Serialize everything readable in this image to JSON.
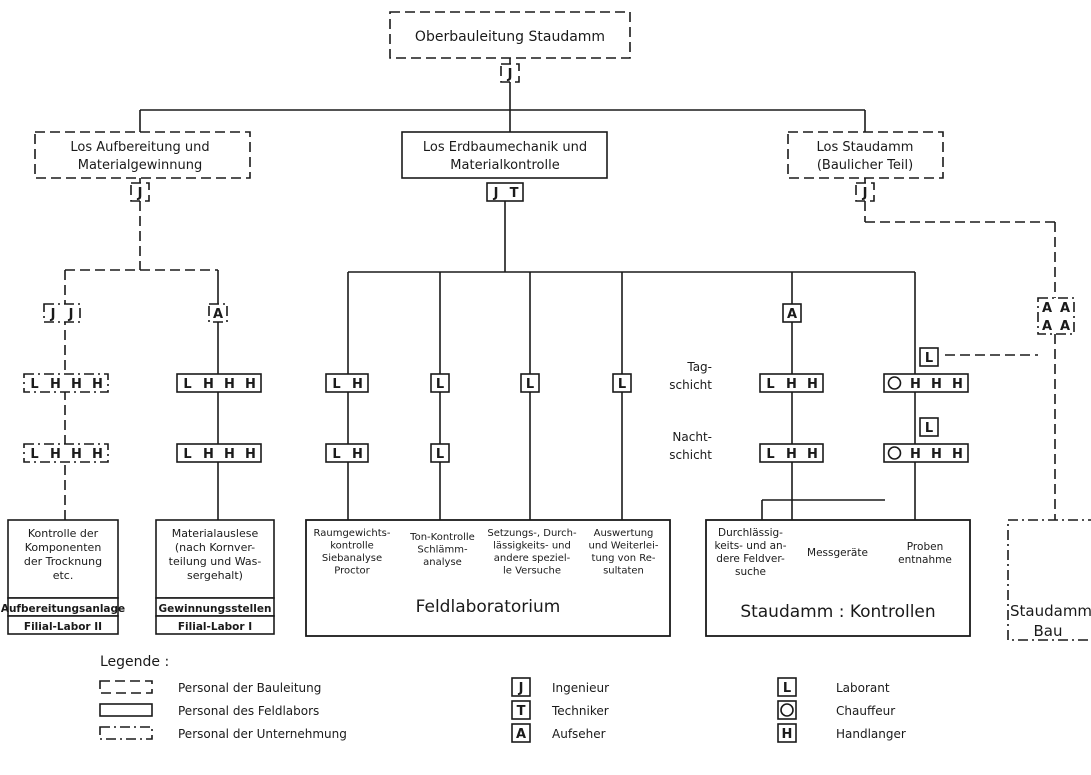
{
  "top": {
    "title": "Oberbauleitung Staudamm",
    "badge": "J"
  },
  "lots": [
    {
      "line1": "Los Aufbereitung und",
      "line2": "Materialgewinnung",
      "badges": [
        "J"
      ]
    },
    {
      "line1": "Los Erdbaumechanik und",
      "line2": "Materialkontrolle",
      "badges": [
        "J",
        "T"
      ]
    },
    {
      "line1": "Los Staudamm",
      "line2": "(Baulicher Teil)",
      "badges": [
        "J"
      ]
    }
  ],
  "shift_labels": {
    "day1": "Tag-",
    "day2": "schicht",
    "night1": "Nacht-",
    "night2": "schicht"
  },
  "personnel": {
    "aufb_top": [
      "J",
      "J"
    ],
    "mat_top": [
      "A"
    ],
    "aufb_row1": [
      "L",
      "H",
      "H",
      "H"
    ],
    "aufb_row2": [
      "L",
      "H",
      "H",
      "H"
    ],
    "mat_row1": [
      "L",
      "H",
      "H",
      "H"
    ],
    "mat_row2": [
      "L",
      "H",
      "H",
      "H"
    ],
    "feld1_row1": [
      "L",
      "H"
    ],
    "feld1_row2": [
      "L",
      "H"
    ],
    "feld2_row1": [
      "L"
    ],
    "feld2_row2": [
      "L"
    ],
    "feld3": [
      "L"
    ],
    "feld4": [
      "L"
    ],
    "kontr_top": [
      "A"
    ],
    "kontr_row1": [
      "L",
      "H",
      "H"
    ],
    "kontr_row2": [
      "L",
      "H",
      "H"
    ],
    "proben_l1": [
      "L"
    ],
    "proben_row1": [
      "⊗",
      "H",
      "H",
      "H"
    ],
    "proben_l2": [
      "L"
    ],
    "proben_row2": [
      "⊗",
      "H",
      "H",
      "H"
    ],
    "bau_a_top": [
      "A",
      "A"
    ],
    "bau_a_bottom": [
      "A",
      "A"
    ]
  },
  "units": {
    "aufb": {
      "lines": [
        "Kontrolle der",
        "Komponenten",
        "der Trocknung",
        "etc."
      ],
      "place": "Aufbereitungsanlage",
      "lab": "Filial-Labor II"
    },
    "mat": {
      "lines": [
        "Materialauslese",
        "(nach Kornver-",
        "teilung und Was-",
        "sergehalt)"
      ],
      "place": "Gewinnungsstellen",
      "lab": "Filial-Labor I"
    },
    "feld": {
      "cells": [
        [
          "Raumgewichts-",
          "kontrolle",
          "Siebanalyse",
          "Proctor"
        ],
        [
          "Ton-Kontrolle",
          "Schlämm-",
          "analyse"
        ],
        [
          "Setzungs-, Durch-",
          "lässigkeits- und",
          "andere speziel-",
          "le Versuche"
        ],
        [
          "Auswertung",
          "und Weiterlei-",
          "tung von Re-",
          "sultaten"
        ]
      ],
      "title": "Feldlaboratorium"
    },
    "kontr": {
      "cells": [
        [
          "Durchlässig-",
          "keits- und an-",
          "dere Feldver-",
          "suche"
        ],
        [
          "Messgeräte"
        ],
        [
          "Proben",
          "entnahme"
        ]
      ],
      "title": "Staudamm : Kontrollen"
    },
    "bau": {
      "line1": "Staudamm",
      "line2": "Bau"
    }
  },
  "legend": {
    "title": "Legende :",
    "lines": [
      "Personal der Bauleitung",
      "Personal des Feldlabors",
      "Personal der Unternehmung"
    ],
    "roles": [
      {
        "symbol": "J",
        "label": "Ingenieur"
      },
      {
        "symbol": "T",
        "label": "Techniker"
      },
      {
        "symbol": "A",
        "label": "Aufseher"
      },
      {
        "symbol": "L",
        "label": "Laborant"
      },
      {
        "symbol": "⊗",
        "label": "Chauffeur"
      },
      {
        "symbol": "H",
        "label": "Handlanger"
      }
    ]
  }
}
